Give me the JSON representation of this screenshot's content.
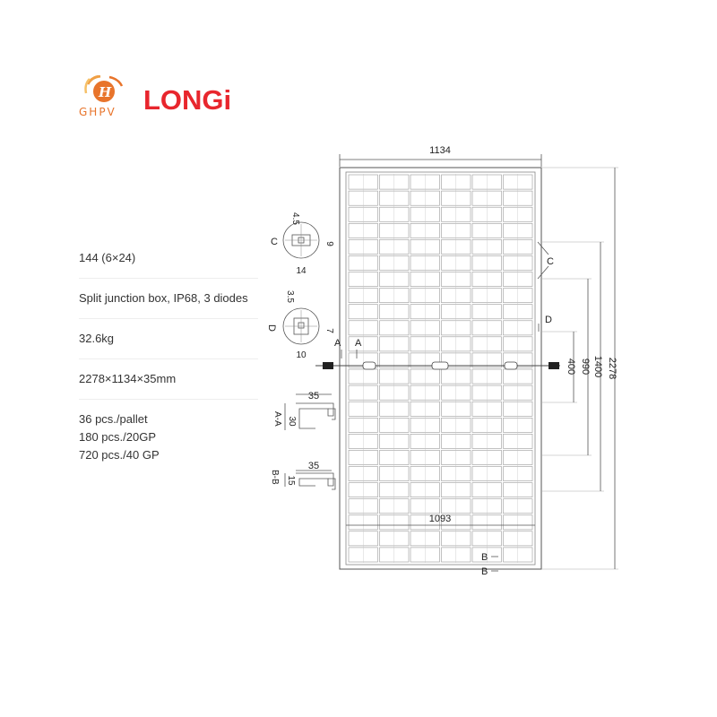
{
  "brand": {
    "ghpv_wordmark": "GHPV",
    "ghpv_icon_letter": "H",
    "longi_wordmark": "LONGi",
    "ghpv_color": "#e8742b",
    "longi_color": "#e8262d"
  },
  "specs": [
    {
      "lines": [
        "144  (6×24)"
      ]
    },
    {
      "lines": [
        "Split junction box, IP68, 3 diodes"
      ]
    },
    {
      "lines": [
        "32.6kg"
      ]
    },
    {
      "lines": [
        "2278×1134×35mm"
      ]
    },
    {
      "lines": [
        "36 pcs./pallet",
        "180 pcs./20GP",
        "720 pcs./40 GP"
      ]
    }
  ],
  "drawing": {
    "width_label": "1134",
    "height_label": "2278",
    "dim_1400": "1400",
    "dim_990": "990",
    "dim_400": "400",
    "inner_width_label": "1093",
    "section_a_left": "A",
    "section_a_right": "A",
    "section_b_top": "B",
    "section_b_bottom": "B",
    "section_c": "C",
    "section_d": "D",
    "detail_c": {
      "letter": "C",
      "dim_top": "4.5",
      "dim_right": "9",
      "dim_bottom": "14"
    },
    "detail_d": {
      "letter": "D",
      "dim_top": "3.5",
      "dim_right": "7",
      "dim_bottom": "10"
    },
    "detail_aa": {
      "label": "A-A",
      "dim_width": "35",
      "dim_height": "30"
    },
    "detail_bb": {
      "label": "B-B",
      "dim_width": "35",
      "dim_height": "15"
    }
  }
}
